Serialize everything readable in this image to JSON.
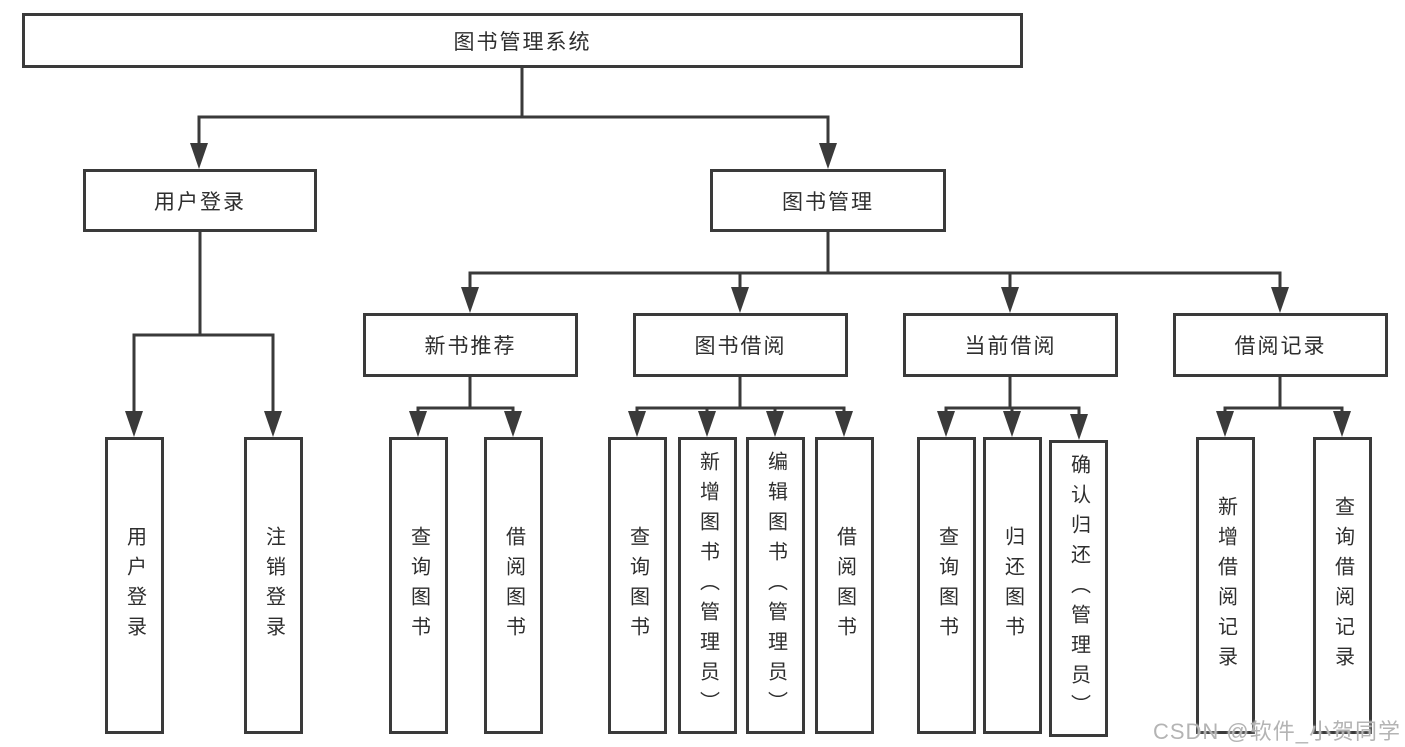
{
  "nodes": {
    "root": "图书管理系统",
    "user_login": "用户登录",
    "book_mgmt": "图书管理",
    "new_book_rec": "新书推荐",
    "book_borrow": "图书借阅",
    "current_borrow": "当前借阅",
    "borrow_records": "借阅记录",
    "ul_user_login": "用户登录",
    "ul_logout": "注销登录",
    "nb_query_books": "查询图书",
    "nb_borrow_books": "借阅图书",
    "bb_query_books": "查询图书",
    "bb_add_books": "新增图书（管理员）",
    "bb_edit_books": "编辑图书（管理员）",
    "bb_borrow_books": "借阅图书",
    "cb_query_books": "查询图书",
    "cb_return_books": "归还图书",
    "cb_confirm_return": "确认归还（管理员）",
    "br_add_record": "新增借阅记录",
    "br_query_record": "查询借阅记录"
  },
  "watermark": "CSDN @软件_小贺同学",
  "colors": {
    "line": "#3a3a3a",
    "text": "#2e2e2e",
    "watermark": "#b4b4b4",
    "background": "#ffffff"
  }
}
